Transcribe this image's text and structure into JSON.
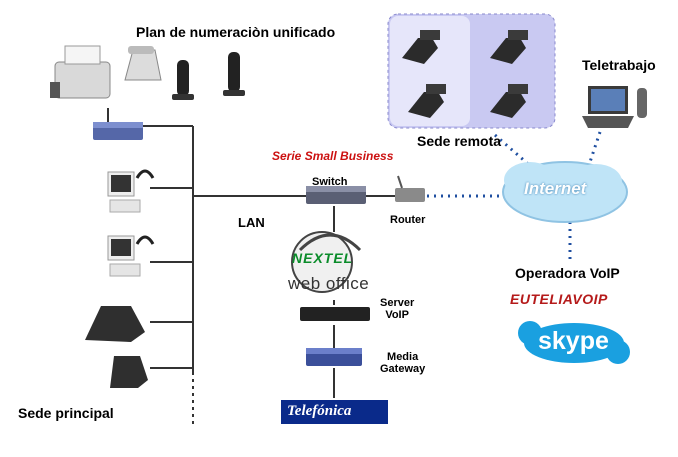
{
  "labels": {
    "plan": "Plan de numeraciòn unificado",
    "sede_remota": "Sede remota",
    "teletrabajo": "Teletrabajo",
    "serie": "Serie Small Business",
    "switch": "Switch",
    "router": "Router",
    "lan": "LAN",
    "internet": "Internet",
    "operadora": "Operadora VoIP",
    "server_voip": "Server\nVoIP",
    "media_gateway": "Media\nGateway",
    "sede_principal": "Sede principal"
  },
  "brands": {
    "nextel": "NEXTEL",
    "webdesk": "web office",
    "eutelia": "EUTELIAVOIP",
    "skype": "skype",
    "telefonica": "Telefónica"
  },
  "colors": {
    "remote_box": "#c9c9f2",
    "internet_cloud": "#bfe4f7",
    "dotted_line": "#1f4fa0",
    "serie_red": "#cc1111",
    "nextel_green": "#0a8c2a",
    "telefonica_blue": "#0a2a8a",
    "skype_blue": "#1aa0e0"
  },
  "icons": [
    "fax-icon",
    "desk-phone-icon",
    "cordless-phone-icon",
    "pc-headset-icon",
    "ip-phone-icon",
    "switch-icon",
    "router-icon",
    "server-icon",
    "gateway-icon",
    "laptop-icon",
    "cloud-icon"
  ]
}
